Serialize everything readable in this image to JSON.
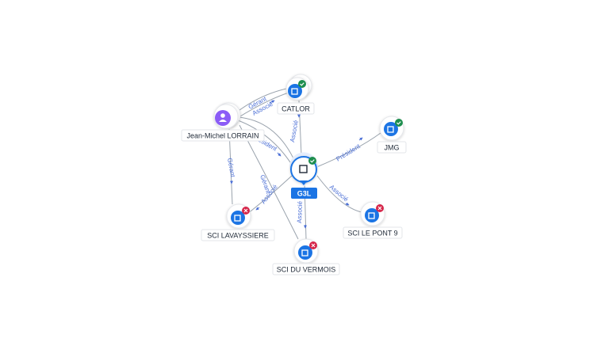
{
  "nodes": {
    "g3l": {
      "label": "G3L",
      "status": "ok",
      "icon": "building-icon"
    },
    "catlor": {
      "label": "CATLOR",
      "status": "ok",
      "icon": "building-icon"
    },
    "jmg": {
      "label": "JMG",
      "status": "ok",
      "icon": "building-icon"
    },
    "jean_michel": {
      "label": "Jean-Michel LORRAIN",
      "icon": "person-icon"
    },
    "sci_lavayssiere": {
      "label": "SCI LAVAYSSIERE",
      "status": "closed",
      "icon": "building-icon"
    },
    "sci_du_vermois": {
      "label": "SCI DU VERMOIS",
      "status": "closed",
      "icon": "building-icon"
    },
    "sci_le_pont_9": {
      "label": "SCI LE PONT 9",
      "status": "closed",
      "icon": "building-icon"
    }
  },
  "edge_labels": {
    "jm_catlor_gerant": "Gérant",
    "jm_catlor_associe": "Associé",
    "catlor_g3l": "Associé",
    "jm_g3l": "Président",
    "g3l_jmg": "Président",
    "jm_lav": "Gérant",
    "jm_verm": "Gérant",
    "g3l_lav": "Associé",
    "g3l_verm": "Associé",
    "g3l_pont": "Associé"
  },
  "colors": {
    "accent": "#1b74e4",
    "person": "#8b5cf6",
    "ok": "#1e8e4e",
    "closed": "#d6264a",
    "edge_label": "#4b6fd6"
  }
}
